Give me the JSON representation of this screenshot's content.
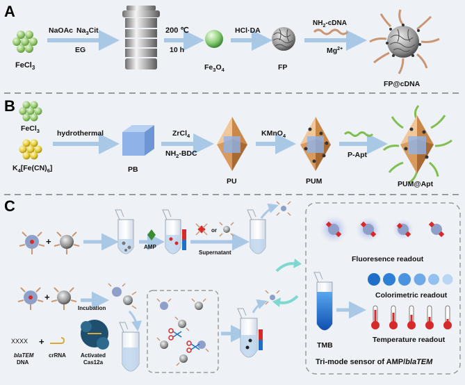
{
  "panels": {
    "a": "A",
    "b": "B",
    "c": "C"
  },
  "panel_a": {
    "fecl3": "FeCl",
    "fecl3_sub": "3",
    "step1_top_a": "NaOAc",
    "step1_top_b": "Na",
    "step1_top_b_sub": "3",
    "step1_top_c": "Cit",
    "step1_bottom": "EG",
    "step2_top": "200 ℃",
    "step2_bottom": "10 h",
    "fe3o4": "Fe",
    "fe3o4_sub1": "3",
    "fe3o4_o": "O",
    "fe3o4_sub2": "4",
    "step3_top": "HCl·DA",
    "fp": "FP",
    "step4_top_a": "NH",
    "step4_top_sub": "2",
    "step4_top_b": "-cDNA",
    "step4_bottom": "Mg",
    "step4_bottom_sup": "2+",
    "product": "FP@cDNA"
  },
  "panel_b": {
    "fecl3": "FeCl",
    "fecl3_sub": "3",
    "k4_a": "K",
    "k4_sub1": "4",
    "k4_b": "[Fe(CN)",
    "k4_sub2": "6",
    "k4_c": "]",
    "step1": "hydrothermal",
    "pb": "PB",
    "step2_top_a": "ZrCl",
    "step2_top_sub": "4",
    "step2_bottom_a": "NH",
    "step2_bottom_sub": "2",
    "step2_bottom_b": "-BDC",
    "pu": "PU",
    "step3_top_a": "KMnO",
    "step3_top_sub": "4",
    "pum": "PUM",
    "step4": "P-Apt",
    "product": "PUM@Apt"
  },
  "panel_c": {
    "plus1": "+",
    "amp": "AMP",
    "or": "or",
    "supernatant": "Supernatant",
    "plus2": "+",
    "incubation": "Incubation",
    "bla_a": "blaTEM",
    "bla_b": "DNA",
    "plus3": "+",
    "crrna": "crRNA",
    "cas_a": "Activated",
    "cas_b": "Cas12a",
    "fluorescence": "Fluoresence readout",
    "tmb": "TMB",
    "colorimetric": "Colorimetric readout",
    "temperature": "Temperature readout",
    "sensor_a": "Tri-mode sensor of AMP/",
    "sensor_b": "blaTEM"
  },
  "colors": {
    "arrow": "#a9c8e6",
    "green_ball": "#9ccc76",
    "yellow_ball": "#e8cf3d",
    "cube": "#8fb3e8",
    "octa": "#d99a5e",
    "dna": "#c99572",
    "red": "#d8292a",
    "blue": "#1e6fc9",
    "dashed": "#9a9a9a"
  },
  "icons": [
    "green-sphere-cluster-icon",
    "yellow-sphere-cluster-icon",
    "autoclave-icon",
    "iron-oxide-sphere-icon",
    "wrinkled-sphere-icon",
    "dna-strand-icon",
    "cube-icon",
    "octahedron-icon",
    "test-tube-icon",
    "magnet-icon",
    "scissors-icon",
    "thermometer-icon",
    "cycle-arrows-icon"
  ]
}
